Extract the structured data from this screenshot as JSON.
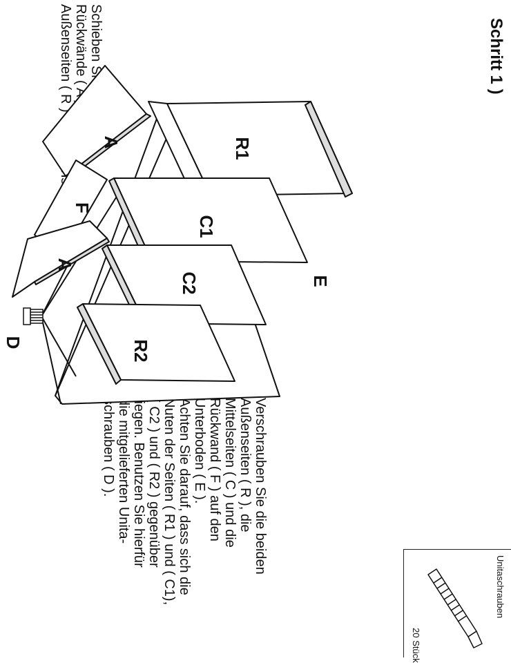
{
  "step_title": "Schritt 1 )",
  "instruction_left": [
    "Schieben Sie danach die",
    "Rückwände ( A ) in die Nuten der",
    "Außenseiten ( R ) und Innenseiten ( C )."
  ],
  "instruction_right": [
    "Verschrauben Sie die beiden",
    "Außenseiten ( R ), die",
    "Mittelseiten ( C ) und die",
    "Rückwand ( F ) auf den",
    "Unterboden ( E ).",
    "Achten Sie darauf, dass sich die",
    "Nuten der Seiten ( R1 ) und ( C1),",
    "( C2 ) und ( R2 ) gegenüber",
    "liegen. Benutzen Sie hierfür",
    "die mitgelieferten Unita-",
    "schrauben ( D )."
  ],
  "part_labels": {
    "a_top": "A",
    "r1": "R1",
    "f": "F",
    "c1": "C1",
    "a_bottom": "A",
    "c2": "C2",
    "r2": "R2",
    "e": "E",
    "d": "D"
  },
  "screw_box": {
    "title": "Unitaschrauben",
    "quantity": "20 Stück",
    "icon": "unita-screw-icon"
  }
}
